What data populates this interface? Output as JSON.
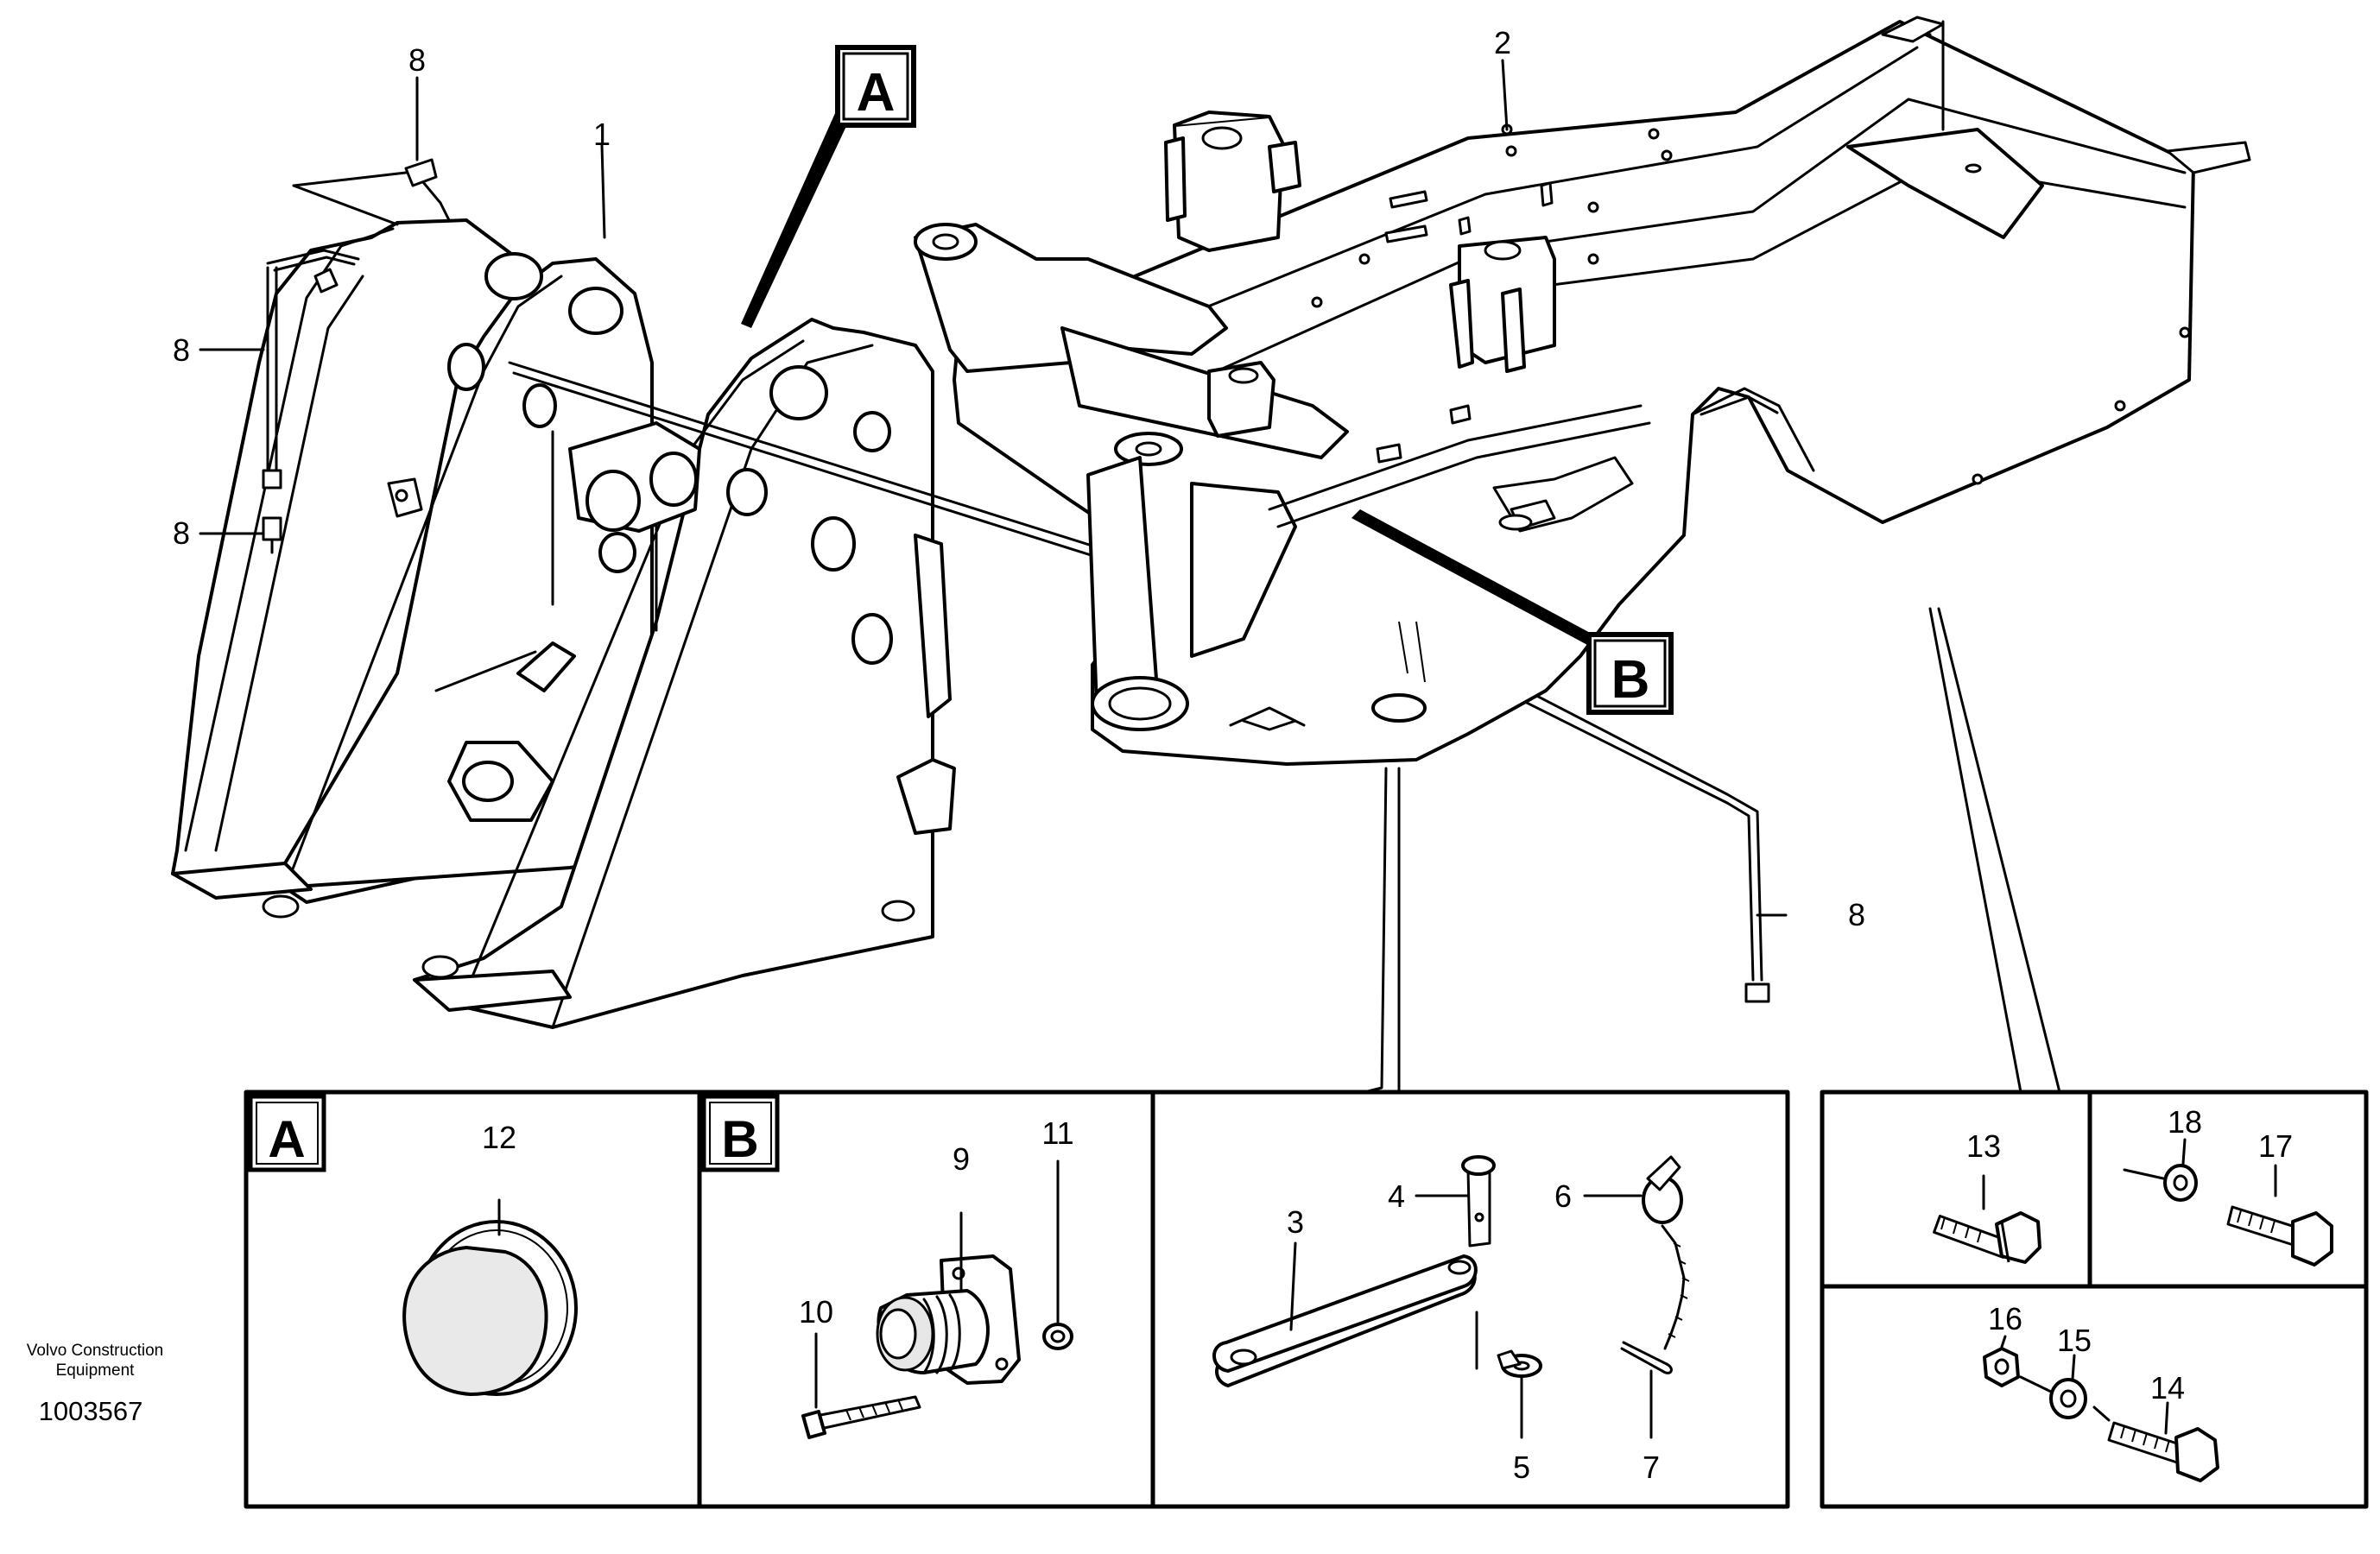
{
  "callouts": {
    "frame_front": "1",
    "frame_rear": "2",
    "link": "3",
    "pin": "4",
    "washer_5": "5",
    "lock_pin": "6",
    "cotter": "7",
    "hose_top": "8",
    "hose_left": "8",
    "nipple_left": "8",
    "hose_right": "8",
    "connector": "9",
    "screw_10": "10",
    "nut_11": "11",
    "cap": "12",
    "screw_13": "13",
    "screw_14": "14",
    "washer_15": "15",
    "nut_16": "16",
    "screw_17": "17",
    "washer_18": "18"
  },
  "detail_markers": {
    "a_main": "A",
    "b_main": "B",
    "a_panel": "A",
    "b_panel": "B"
  },
  "footer": {
    "brand_line1": "Volvo Construction",
    "brand_line2": "Equipment",
    "doc_number": "1003567"
  }
}
